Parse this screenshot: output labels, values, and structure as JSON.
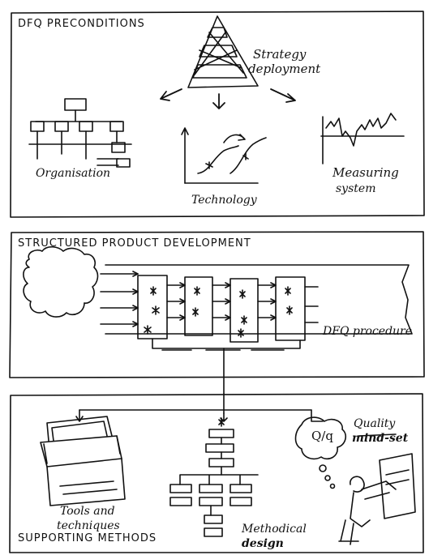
{
  "panels": {
    "preconditions": {
      "title": "DFQ PRECONDITIONS",
      "strategy_label_1": "Strategy",
      "strategy_label_2": "deployment",
      "organisation_label": "Organisation",
      "technology_label": "Technology",
      "measuring_label_1": "Measuring",
      "measuring_label_2": "system"
    },
    "structured": {
      "title": "STRUCTURED PRODUCT DEVELOPMENT",
      "procedure_label": "DFQ procedure"
    },
    "supporting": {
      "title": "SUPPORTING METHODS",
      "tools_label_1": "Tools and",
      "tools_label_2": "techniques",
      "methodical_label_1": "Methodical",
      "methodical_label_2": "design",
      "quality_label_1": "Quality",
      "quality_label_2": "mind-set",
      "quality_formula": "Q/q"
    }
  },
  "colors": {
    "ink": "#111111",
    "paper": "#ffffff"
  }
}
